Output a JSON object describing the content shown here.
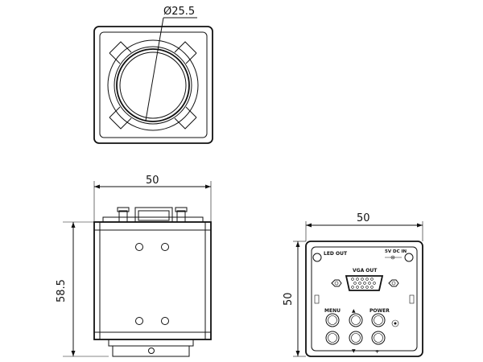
{
  "front_view": {
    "diameter_label": "Ø25.5"
  },
  "side_view": {
    "width_label": "50",
    "height_label": "58.5"
  },
  "rear_view": {
    "width_label": "50",
    "height_label": "50",
    "labels": {
      "led_out": "LED OUT",
      "power_input": "5V DC IN",
      "vga_out": "VGA OUT",
      "menu": "MENU",
      "power": "POWER",
      "minus": "—",
      "plus": "+"
    }
  }
}
